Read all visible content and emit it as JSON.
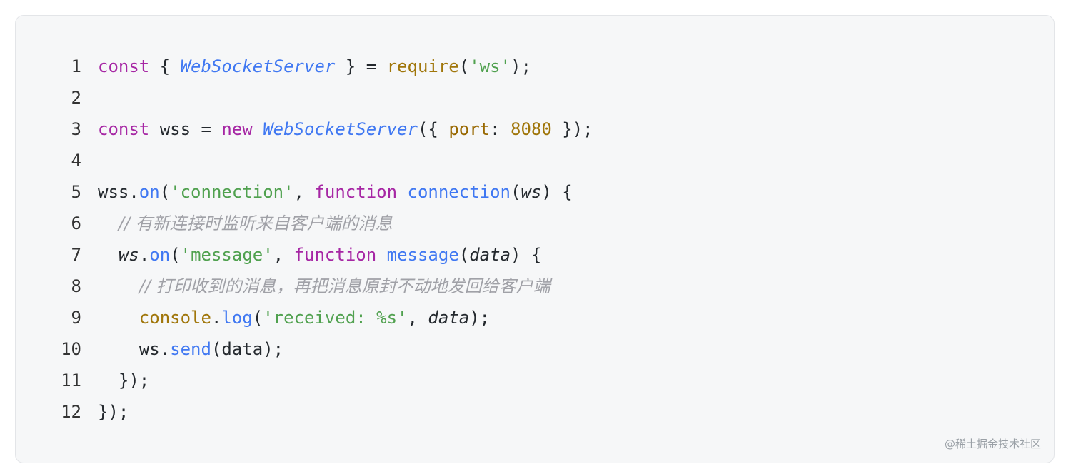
{
  "code_block": {
    "lines": [
      {
        "number": "1",
        "tokens": [
          {
            "t": "const",
            "c": "kw"
          },
          {
            "t": " { ",
            "c": ""
          },
          {
            "t": "WebSocketServer",
            "c": "cls"
          },
          {
            "t": " } = ",
            "c": ""
          },
          {
            "t": "require",
            "c": "lib"
          },
          {
            "t": "(",
            "c": ""
          },
          {
            "t": "'ws'",
            "c": "str"
          },
          {
            "t": ");",
            "c": ""
          }
        ]
      },
      {
        "number": "2",
        "tokens": []
      },
      {
        "number": "3",
        "tokens": [
          {
            "t": "const",
            "c": "kw"
          },
          {
            "t": " wss = ",
            "c": ""
          },
          {
            "t": "new",
            "c": "kw"
          },
          {
            "t": " ",
            "c": ""
          },
          {
            "t": "WebSocketServer",
            "c": "cls"
          },
          {
            "t": "({ ",
            "c": ""
          },
          {
            "t": "port",
            "c": "prop"
          },
          {
            "t": ": ",
            "c": ""
          },
          {
            "t": "8080",
            "c": "num"
          },
          {
            "t": " });",
            "c": ""
          }
        ]
      },
      {
        "number": "4",
        "tokens": []
      },
      {
        "number": "5",
        "tokens": [
          {
            "t": "wss.",
            "c": ""
          },
          {
            "t": "on",
            "c": "fn"
          },
          {
            "t": "(",
            "c": ""
          },
          {
            "t": "'connection'",
            "c": "str"
          },
          {
            "t": ", ",
            "c": ""
          },
          {
            "t": "function",
            "c": "kw"
          },
          {
            "t": " ",
            "c": ""
          },
          {
            "t": "connection",
            "c": "fn"
          },
          {
            "t": "(",
            "c": ""
          },
          {
            "t": "ws",
            "c": "param"
          },
          {
            "t": ") {",
            "c": ""
          }
        ]
      },
      {
        "number": "6",
        "tokens": [
          {
            "t": "  ",
            "c": ""
          },
          {
            "t": "// 有新连接时监听来自客户端的消息",
            "c": "cmt"
          }
        ]
      },
      {
        "number": "7",
        "tokens": [
          {
            "t": "  ",
            "c": ""
          },
          {
            "t": "ws",
            "c": "param"
          },
          {
            "t": ".",
            "c": ""
          },
          {
            "t": "on",
            "c": "fn"
          },
          {
            "t": "(",
            "c": ""
          },
          {
            "t": "'message'",
            "c": "str"
          },
          {
            "t": ", ",
            "c": ""
          },
          {
            "t": "function",
            "c": "kw"
          },
          {
            "t": " ",
            "c": ""
          },
          {
            "t": "message",
            "c": "fn"
          },
          {
            "t": "(",
            "c": ""
          },
          {
            "t": "data",
            "c": "param"
          },
          {
            "t": ") {",
            "c": ""
          }
        ]
      },
      {
        "number": "8",
        "tokens": [
          {
            "t": "    ",
            "c": ""
          },
          {
            "t": "// 打印收到的消息，再把消息原封不动地发回给客户端",
            "c": "cmt"
          }
        ]
      },
      {
        "number": "9",
        "tokens": [
          {
            "t": "    ",
            "c": ""
          },
          {
            "t": "console",
            "c": "lib"
          },
          {
            "t": ".",
            "c": ""
          },
          {
            "t": "log",
            "c": "fn"
          },
          {
            "t": "(",
            "c": ""
          },
          {
            "t": "'received: %s'",
            "c": "str"
          },
          {
            "t": ", ",
            "c": ""
          },
          {
            "t": "data",
            "c": "param"
          },
          {
            "t": ");",
            "c": ""
          }
        ]
      },
      {
        "number": "10",
        "tokens": [
          {
            "t": "    ws.",
            "c": ""
          },
          {
            "t": "send",
            "c": "fn"
          },
          {
            "t": "(data);",
            "c": ""
          }
        ]
      },
      {
        "number": "11",
        "tokens": [
          {
            "t": "  });",
            "c": ""
          }
        ]
      },
      {
        "number": "12",
        "tokens": [
          {
            "t": "});",
            "c": ""
          }
        ]
      }
    ]
  },
  "watermark": "@稀土掘金技术社区",
  "colors": {
    "keyword": "#a626a4",
    "class": "#4078f2",
    "function": "#4078f2",
    "string": "#50a14f",
    "builtin": "#a0760a",
    "comment": "#a0a1a7",
    "background": "#f6f7f8"
  }
}
